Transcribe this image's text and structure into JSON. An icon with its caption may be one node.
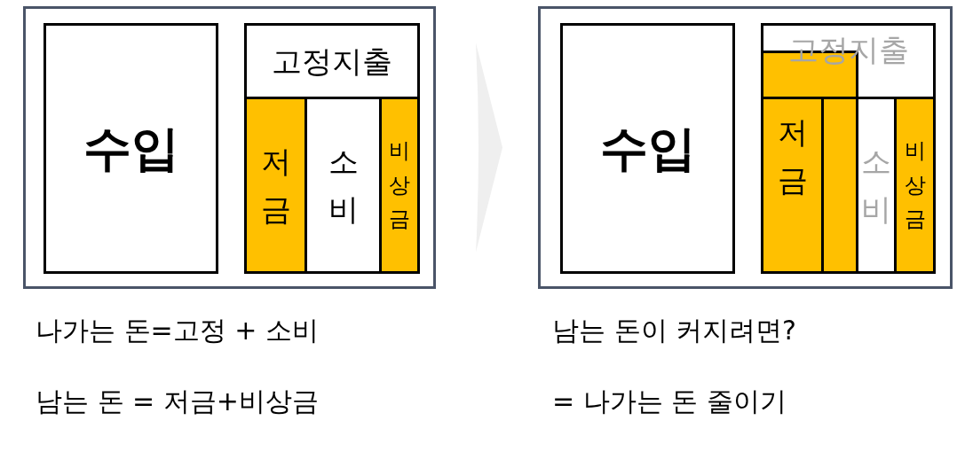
{
  "diagram": {
    "nodes": [
      {
        "text": [],
        "shape": "box"
      },
      {
        "text": [
          "수입"
        ],
        "in": 0
      },
      {
        "text": [
          "고정지출"
        ],
        "in": 0
      },
      {
        "text": [
          "저금"
        ],
        "in": 0
      },
      {
        "text": [
          "소비"
        ],
        "in": 0
      },
      {
        "text": [
          "비상금"
        ],
        "in": 0
      },
      {
        "text": [],
        "shape": "box"
      },
      {
        "text": [
          "수입"
        ],
        "in": 6
      },
      {
        "text": [
          "고정지출"
        ],
        "in": 6
      },
      {
        "text": [],
        "shape": "bar",
        "in": 8
      },
      {
        "text": [
          "저금"
        ],
        "in": 6
      },
      {
        "text": [],
        "shape": "bar",
        "in": 6
      },
      {
        "text": [
          "소비"
        ],
        "in": 6
      },
      {
        "text": [
          "비상금"
        ],
        "in": 6
      }
    ],
    "edges": [
      {
        "from": 0,
        "to": 6,
        "arrow": "to"
      }
    ],
    "labels": [
      "나가는 돈=고정 + 소비",
      "남는 돈 = 저금+비상금",
      "남는 돈이 커지려면?",
      "= 나가는 돈 줄이기"
    ]
  }
}
